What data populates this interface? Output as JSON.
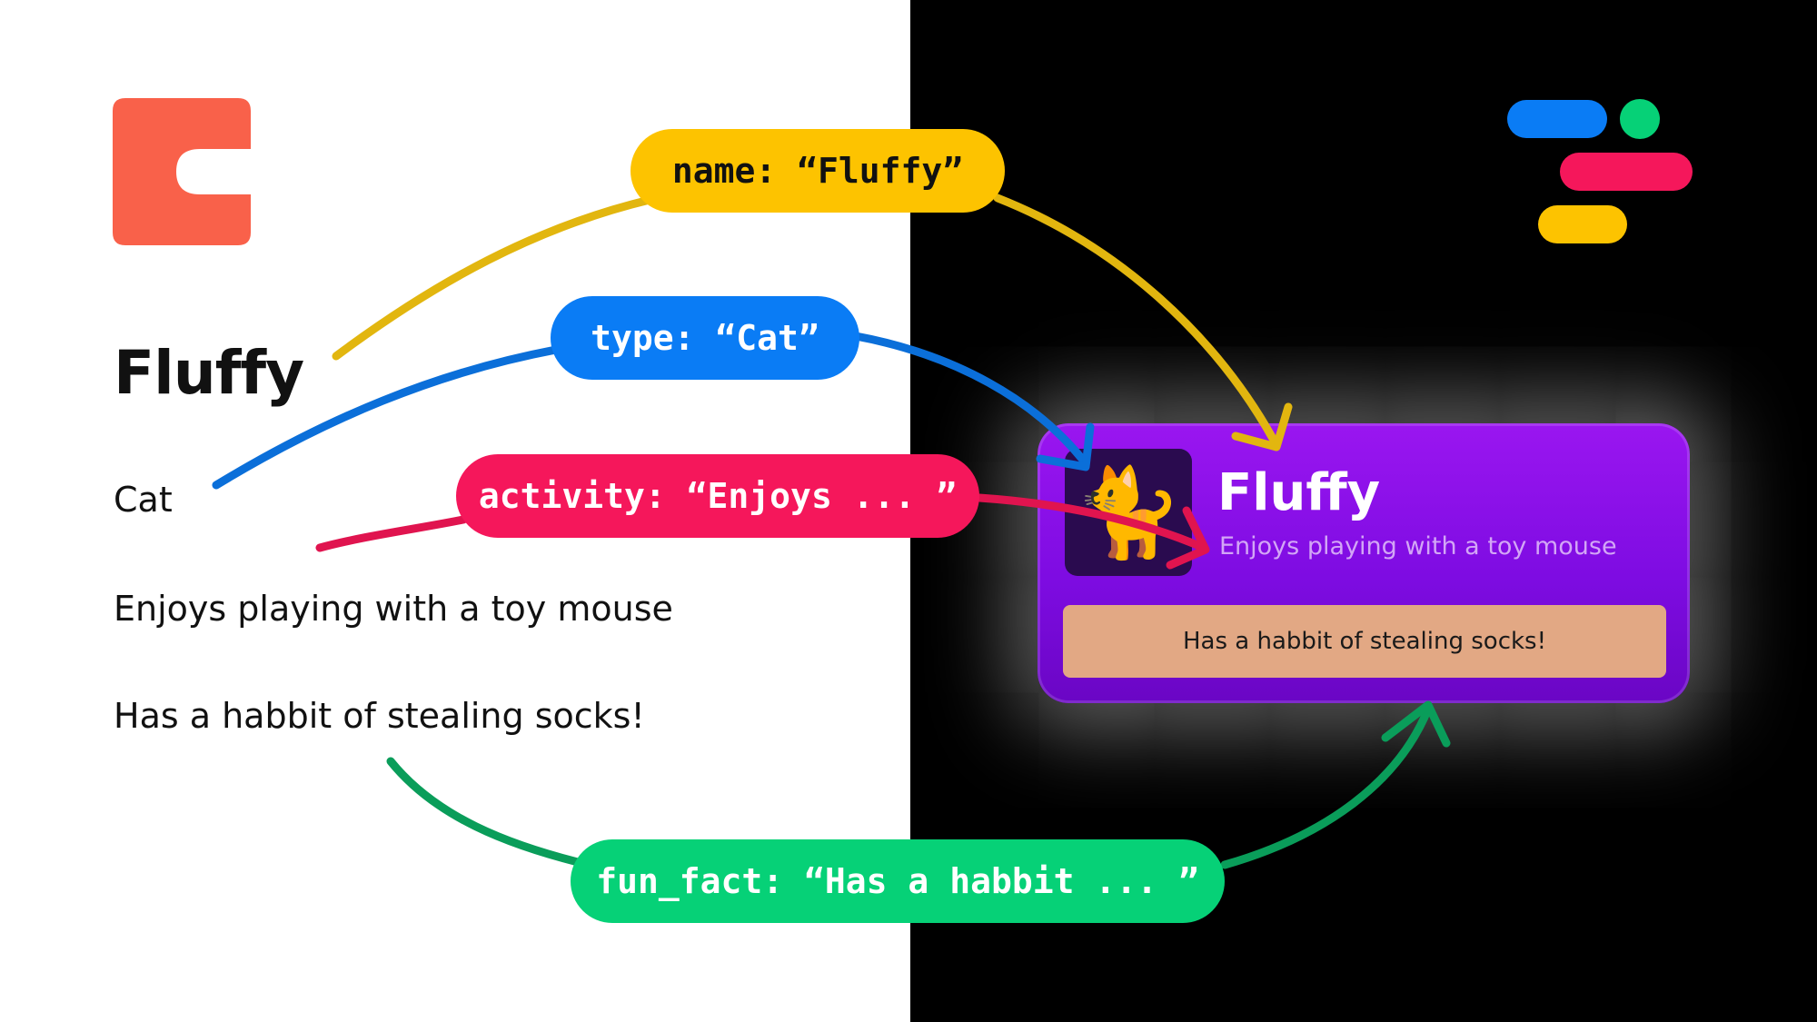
{
  "colors": {
    "name_pill": "#fdc300",
    "type_pill": "#0a7cf5",
    "activity_pill": "#f5175b",
    "fun_fact_pill": "#06d177",
    "card_purple": "#8a10e8",
    "fact_bar": "#e2a884",
    "doc_logo": "#f9614a"
  },
  "icons": {
    "doc_logo": "coda-logo-icon",
    "brand_logo": "bars-and-dot-logo-icon",
    "avatar": "cat-icon"
  },
  "document": {
    "title": "Fluffy",
    "type": "Cat",
    "activity": "Enjoys playing with a toy mouse",
    "fun_fact": "Has a habbit of stealing socks!"
  },
  "pills": {
    "name": "name: “Fluffy”",
    "type": "type: “Cat”",
    "activity": "activity: “Enjoys ... ”",
    "fun_fact": "fun_fact: “Has a habbit ... ”"
  },
  "card": {
    "avatar_glyph": "🐈",
    "title": "Fluffy",
    "subtitle": "Enjoys playing with a toy mouse",
    "fun_fact": "Has a habbit of stealing socks!"
  }
}
